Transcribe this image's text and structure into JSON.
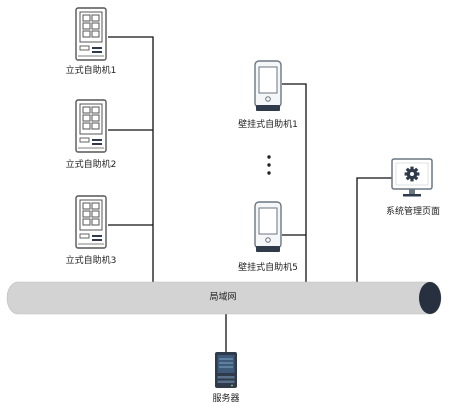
{
  "nodes": {
    "kiosk_stand_1": {
      "label": "立式自助机1",
      "icon": "standing-kiosk-icon"
    },
    "kiosk_stand_2": {
      "label": "立式自助机2",
      "icon": "standing-kiosk-icon"
    },
    "kiosk_stand_3": {
      "label": "立式自助机3",
      "icon": "standing-kiosk-icon"
    },
    "kiosk_wall_1": {
      "label": "壁挂式自助机1",
      "icon": "wall-kiosk-icon"
    },
    "kiosk_wall_5": {
      "label": "壁挂式自助机5",
      "icon": "wall-kiosk-icon"
    },
    "admin_page": {
      "label": "系统管理页面",
      "icon": "monitor-gear-icon"
    },
    "server": {
      "label": "服务器",
      "icon": "server-icon"
    }
  },
  "lan": {
    "label": "局域网"
  },
  "ellipsis": {
    "icon": "vertical-ellipsis-icon"
  },
  "colors": {
    "lan_fill": "#d3d3d3",
    "lan_end": "#26303f",
    "line": "#111111",
    "device_dark": "#2f3b4a"
  }
}
